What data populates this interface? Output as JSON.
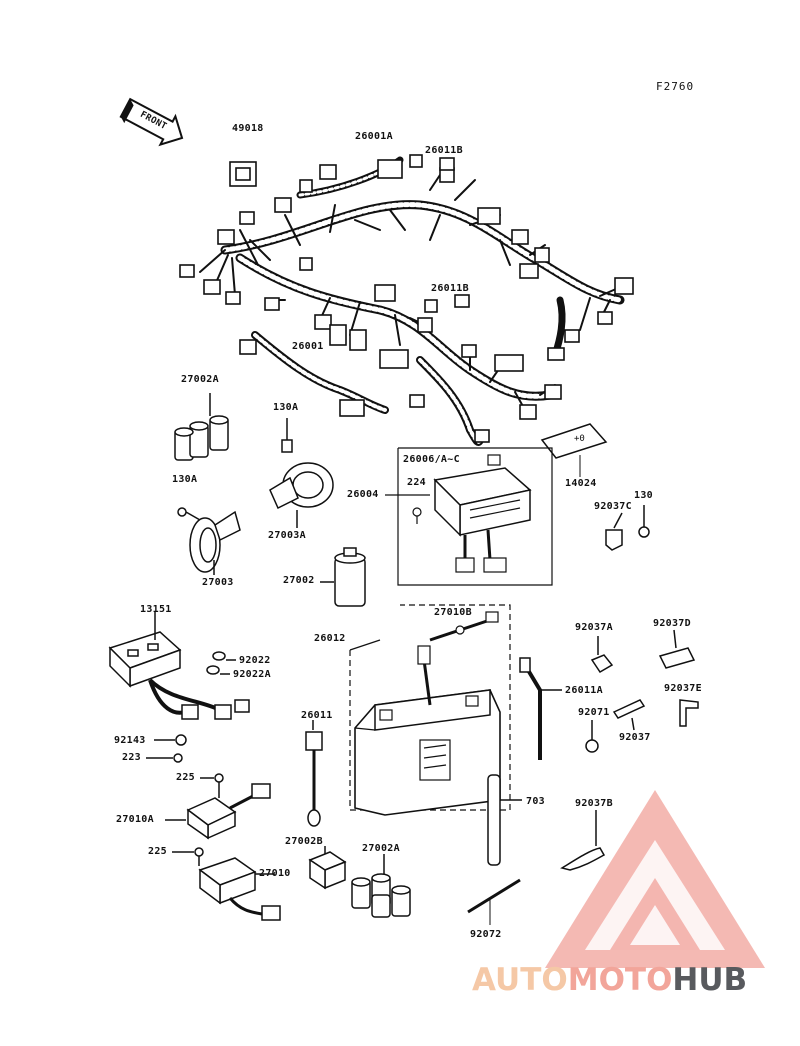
{
  "figure_code": "F2760",
  "front_label": "FRONT",
  "part_labels": {
    "p49018": "49018",
    "p26001A": "26001A",
    "p26011B_top": "26011B",
    "p26011B_mid": "26011B",
    "p26001": "26001",
    "p27002A_top": "27002A",
    "p130A_top": "130A",
    "p130A_left": "130A",
    "p26006": "26006/A~C",
    "p26004": "26004",
    "p224": "224",
    "p14024": "14024",
    "p92037C": "92037C",
    "p130": "130",
    "p27003A": "27003A",
    "p27003": "27003",
    "p27002": "27002",
    "p13151": "13151",
    "p27010B": "27010B",
    "p26012": "26012",
    "p92037A": "92037A",
    "p92037D": "92037D",
    "p92022": "92022",
    "p92022A": "92022A",
    "p26011A": "26011A",
    "p92037E": "92037E",
    "p26011": "26011",
    "p92071": "92071",
    "p92037": "92037",
    "p92143": "92143",
    "p223": "223",
    "p225_a": "225",
    "p27010A": "27010A",
    "p703": "703",
    "p92037B": "92037B",
    "p27002B": "27002B",
    "p27002A_bot": "27002A",
    "p225_b": "225",
    "p27010": "27010",
    "p92072": "92072"
  },
  "watermark": {
    "part1": "AUTO",
    "part2": "MOTO",
    "part3": "HUB"
  },
  "colors": {
    "line": "#111111",
    "watermark_triangle": "#ee8a80",
    "watermark_auto": "#f5c8a6",
    "watermark_moto": "#f2a59a",
    "watermark_hub": "#585a5e"
  }
}
